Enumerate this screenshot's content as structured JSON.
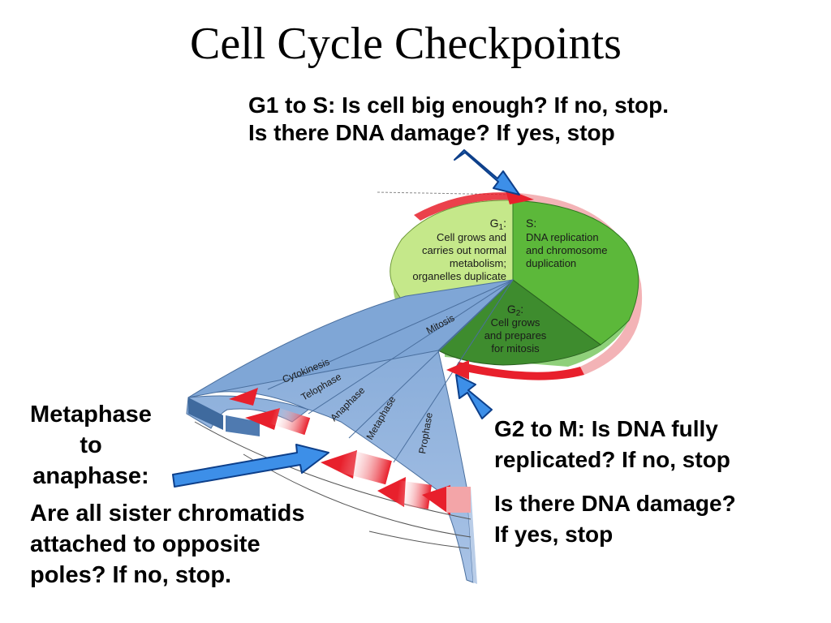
{
  "title": "Cell Cycle Checkpoints",
  "checkpoints": {
    "g1_s": {
      "line1": "G1 to S: Is cell big enough?  If no, stop.",
      "line2": "Is there DNA damage?  If yes, stop"
    },
    "g2_m": {
      "line1": "G2 to M:  Is DNA fully",
      "line2": "replicated?  If no, stop",
      "line3": "Is there DNA damage?",
      "line4": "If yes, stop"
    },
    "meta_ana": {
      "line1": "Metaphase",
      "line2": "to",
      "line3": "anaphase:",
      "line4": "Are all sister chromatids",
      "line5": "attached to opposite",
      "line6": "poles?  If no, stop."
    }
  },
  "wheel": {
    "g1": {
      "title_letter": "G",
      "title_sub": "1",
      "title_suffix": ":",
      "lines": [
        "Cell grows and",
        "carries out normal",
        "metabolism;",
        "organelles duplicate"
      ]
    },
    "s": {
      "title": "S:",
      "lines": [
        "DNA replication",
        "and chromosome",
        "duplication"
      ]
    },
    "g2": {
      "title_letter": "G",
      "title_sub": "2",
      "title_suffix": ":",
      "lines": [
        "Cell grows",
        "and prepares",
        "for mitosis"
      ]
    },
    "mitosis": "Mitosis",
    "phases": [
      "Cytokinesis",
      "Telophase",
      "Anaphase",
      "Metaphase",
      "Prophase"
    ]
  },
  "colors": {
    "g1_fill": "#c5e88a",
    "s_fill": "#5cb83a",
    "g2_fill": "#3e8c2e",
    "mitosis_fill": "#7fa6d6",
    "red_arrow": "#e8202c",
    "blue_arrow": "#3d8fe8"
  }
}
